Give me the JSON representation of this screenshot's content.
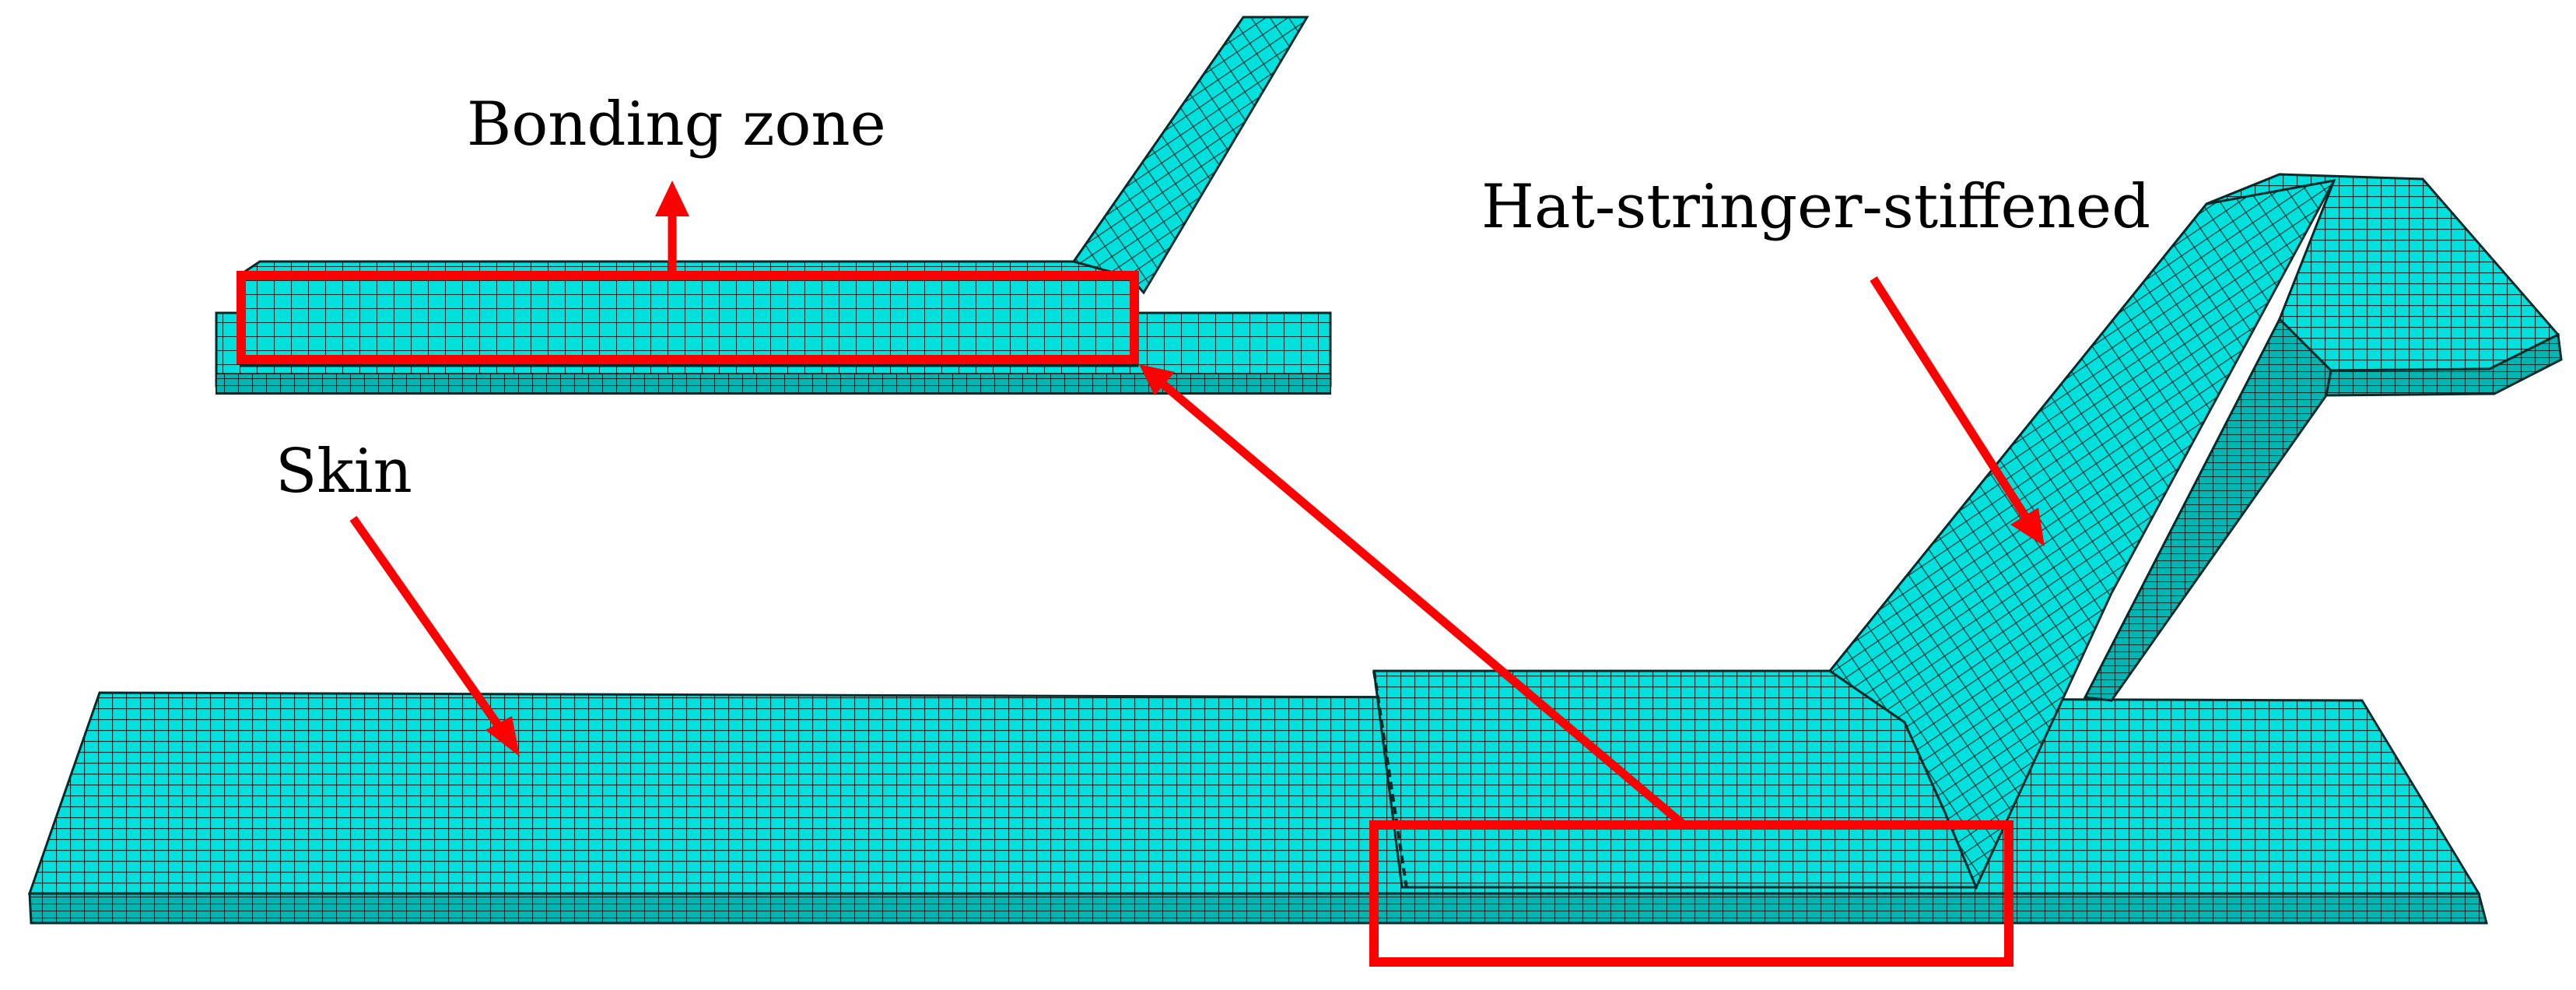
{
  "labels": {
    "bonding_zone": "Bonding zone",
    "hat_stringer": "Hat-stringer-stiffened",
    "skin": "Skin"
  },
  "colors": {
    "mesh_fill": "#00e0dc",
    "mesh_face_light": "#1ff2ee",
    "mesh_face_dark": "#00b6b2",
    "mesh_line": "#0a2a2a",
    "annotation": "#ff0000",
    "text": "#000000"
  }
}
